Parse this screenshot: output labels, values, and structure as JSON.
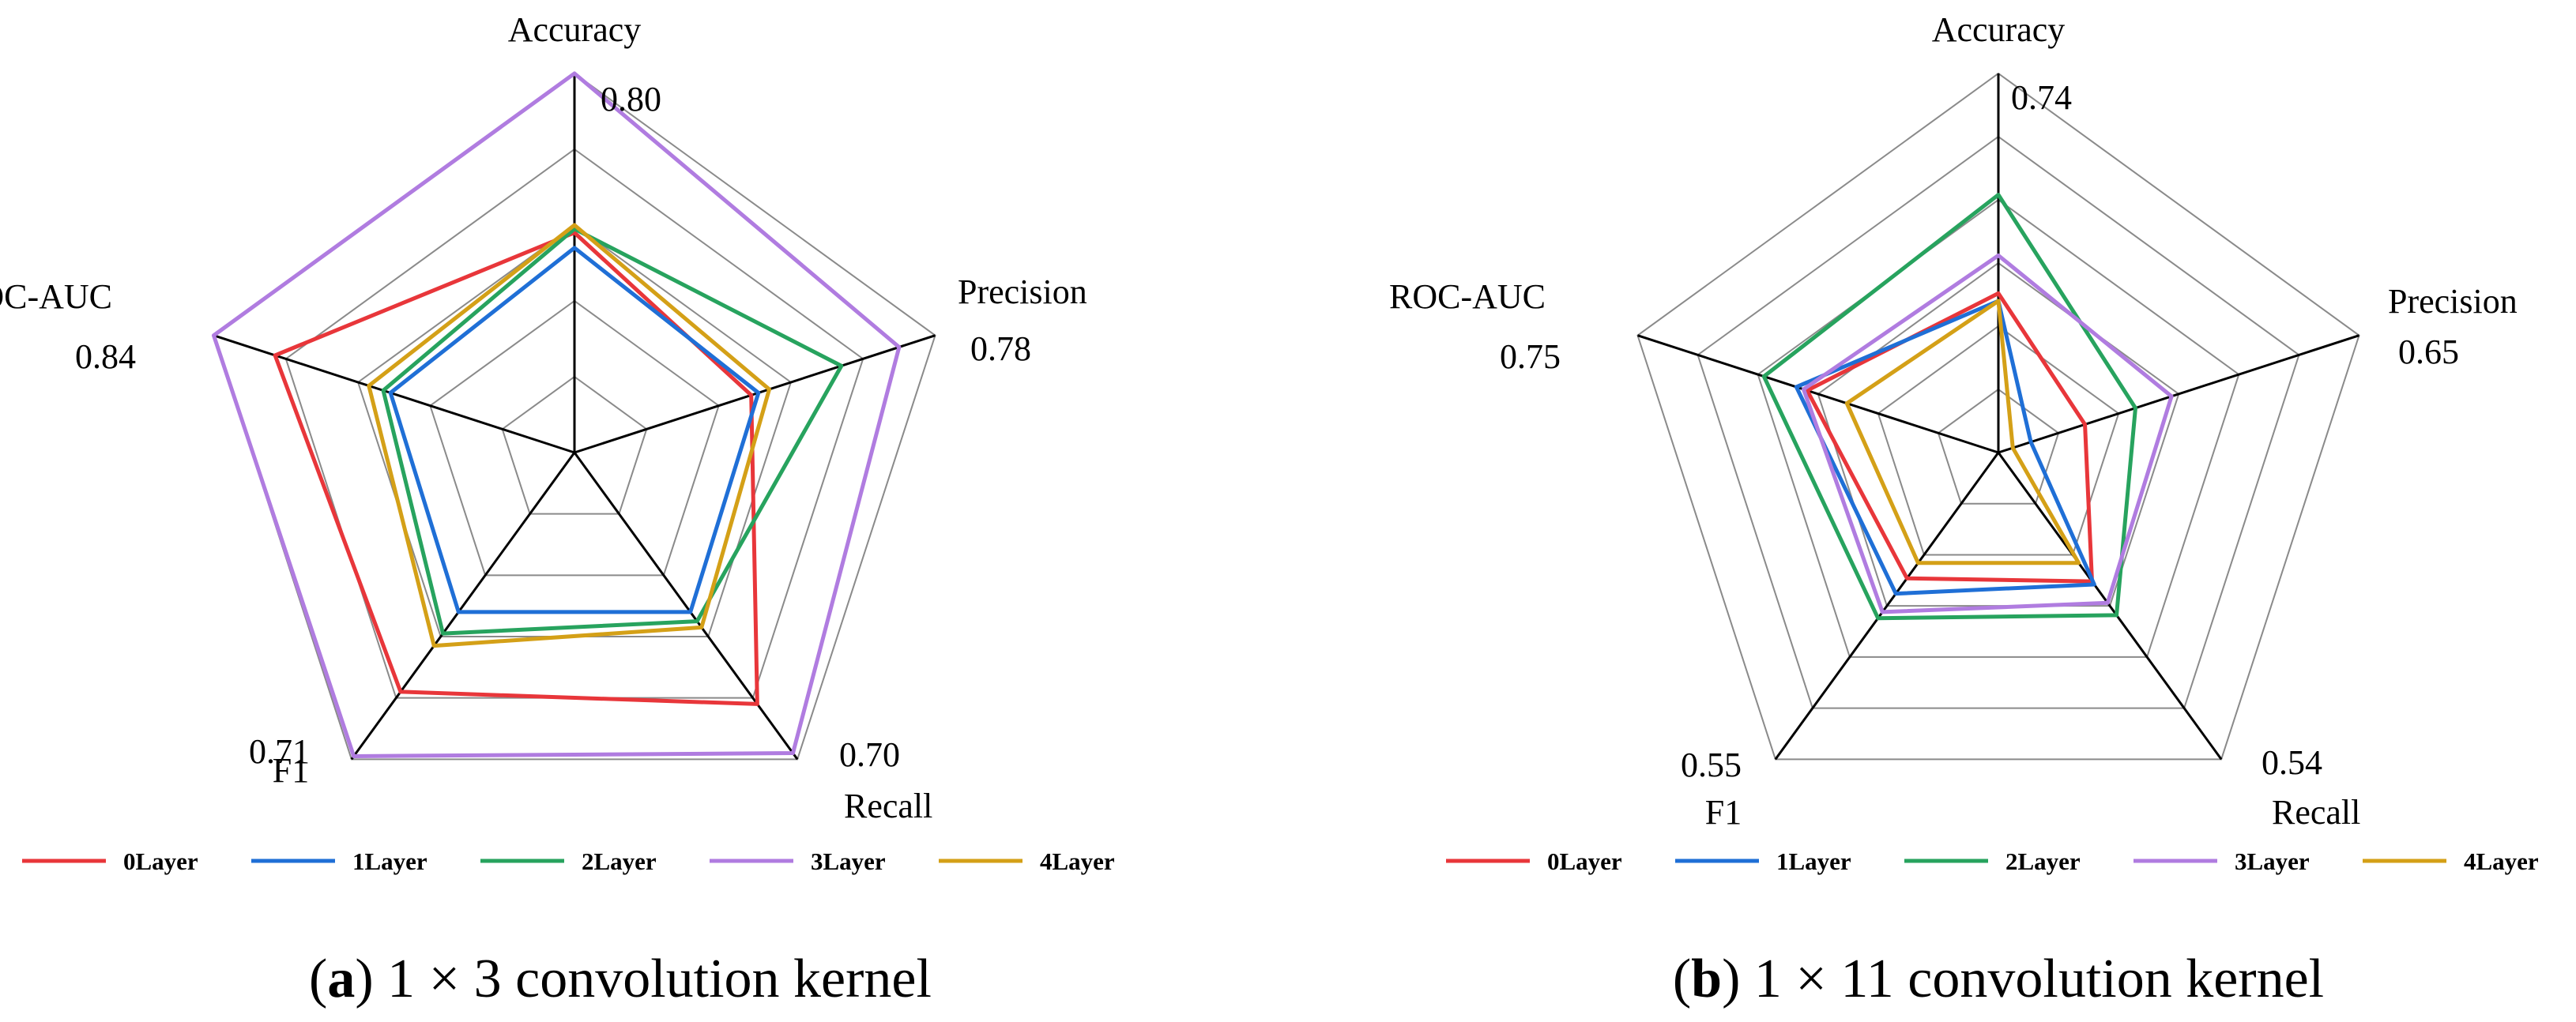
{
  "chart_data": [
    {
      "type": "radar",
      "caption_letter": "a",
      "caption_text": "1 × 3 convolution kernel",
      "axes": [
        "Accuracy",
        "Precision",
        "Recall",
        "F1",
        "ROC-AUC"
      ],
      "axis_max_labels": [
        "0.80",
        "0.78",
        "0.70",
        "0.71",
        "0.84"
      ],
      "rings": 5,
      "series": [
        {
          "name": "0Layer",
          "color": "#E8363A",
          "values": [
            0.58,
            0.49,
            0.82,
            0.78,
            0.83
          ]
        },
        {
          "name": "1Layer",
          "color": "#1F6FD6",
          "values": [
            0.54,
            0.51,
            0.52,
            0.52,
            0.51
          ]
        },
        {
          "name": "2Layer",
          "color": "#27A35E",
          "values": [
            0.59,
            0.74,
            0.55,
            0.59,
            0.53
          ]
        },
        {
          "name": "3Layer",
          "color": "#B07CE0",
          "values": [
            1.0,
            0.9,
            0.98,
            0.99,
            1.0
          ]
        },
        {
          "name": "4Layer",
          "color": "#D4A017",
          "values": [
            0.6,
            0.54,
            0.57,
            0.63,
            0.57
          ]
        }
      ]
    },
    {
      "type": "radar",
      "caption_letter": "b",
      "caption_text": "1 × 11 convolution kernel",
      "axes": [
        "Accuracy",
        "Precision",
        "Recall",
        "F1",
        "ROC-AUC"
      ],
      "axis_max_labels": [
        "0.74",
        "0.65",
        "0.54",
        "0.55",
        "0.75"
      ],
      "rings": 6,
      "series": [
        {
          "name": "0Layer",
          "color": "#E8363A",
          "values": [
            0.42,
            0.24,
            0.42,
            0.41,
            0.53
          ]
        },
        {
          "name": "1Layer",
          "color": "#1F6FD6",
          "values": [
            0.4,
            0.09,
            0.43,
            0.46,
            0.56
          ]
        },
        {
          "name": "2Layer",
          "color": "#27A35E",
          "values": [
            0.68,
            0.38,
            0.53,
            0.54,
            0.65
          ]
        },
        {
          "name": "3Layer",
          "color": "#B07CE0",
          "values": [
            0.52,
            0.48,
            0.49,
            0.52,
            0.54
          ]
        },
        {
          "name": "4Layer",
          "color": "#D4A017",
          "values": [
            0.4,
            0.04,
            0.36,
            0.36,
            0.42
          ]
        }
      ]
    }
  ]
}
